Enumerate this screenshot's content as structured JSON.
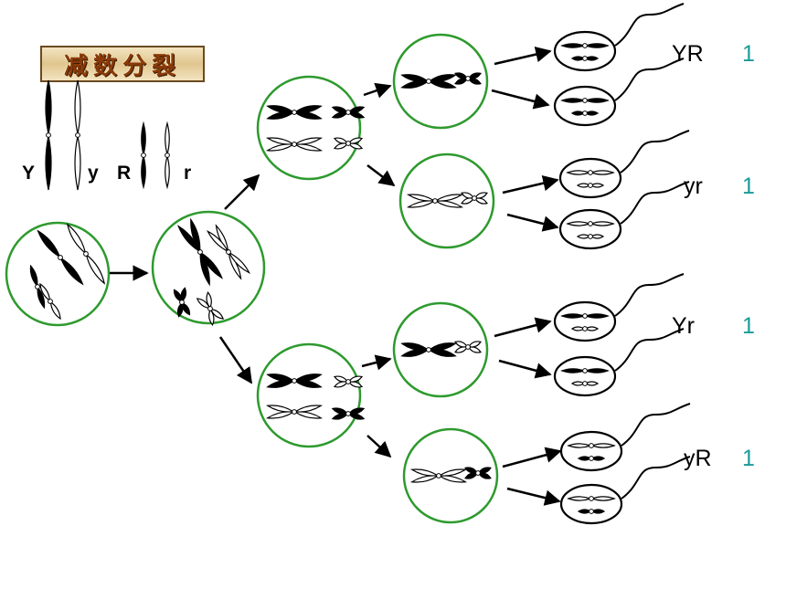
{
  "title": "减数分裂",
  "key_labels": {
    "Y": "Y",
    "y": "y",
    "R": "R",
    "r": "r"
  },
  "gametes": [
    {
      "genotype": "YR",
      "ratio": "1"
    },
    {
      "genotype": "yr",
      "ratio": "1"
    },
    {
      "genotype": "Yr",
      "ratio": "1"
    },
    {
      "genotype": "yR",
      "ratio": "1"
    }
  ],
  "colors": {
    "cell_outline": "#2e9a2e",
    "ratio_text": "#1a9a9a",
    "arrow": "#000000"
  }
}
